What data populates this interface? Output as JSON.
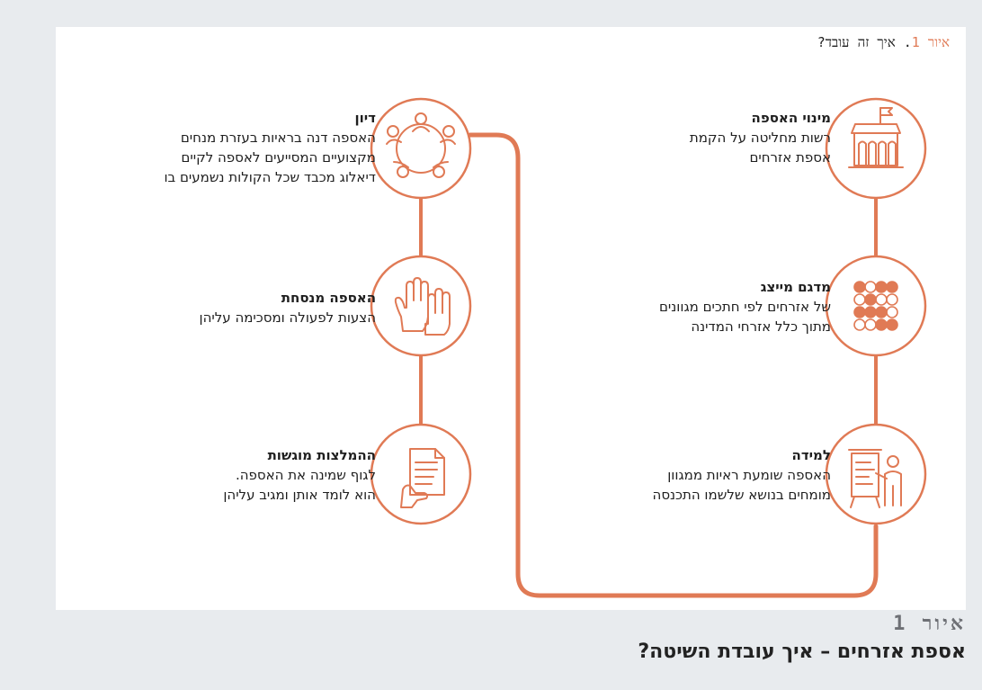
{
  "figure_heading": {
    "label": "איור",
    "number": "1",
    "text": ". איך זה עובד?"
  },
  "steps": [
    {
      "title": "מינוי האספה",
      "text": "רשות מחליטה על הקמת\nאספת אזרחים",
      "icon": "government-building-icon"
    },
    {
      "title": "מדגם מייצג",
      "text": "של אזרחים לפי חתכים מגוונים\nמתוך כלל אזרחי המדינה",
      "icon": "people-grid-icon"
    },
    {
      "title": "למידה",
      "text": "האספה שומעת ראיות ממגוון\nמומחים בנושא שלשמו התכנסה",
      "icon": "presentation-board-icon"
    },
    {
      "title": "דיון",
      "text": "האספה דנה בראיות בעזרת מנחים\nמקצועיים המסייעים לאספה לקיים\nדיאלוג מכבד שכל הקולות נשמעים בו",
      "icon": "people-circle-icon"
    },
    {
      "title": "האספה מנסחת",
      "text": "הצעות לפעולה ומסכימה עליהן",
      "icon": "raised-hands-icon"
    },
    {
      "title": "ההמלצות מוגשות",
      "text": "לגוף שמינה את האספה.\nהוא לומד אותן ומגיב עליהן",
      "icon": "document-hand-icon"
    }
  ],
  "caption": {
    "number": "איור 1",
    "title": "אספת אזרחים – איך עובדת השיטה?"
  },
  "colors": {
    "accent": "#e07a55",
    "background": "#e8ebee",
    "panel": "#ffffff",
    "caption_number": "#6e7075"
  }
}
